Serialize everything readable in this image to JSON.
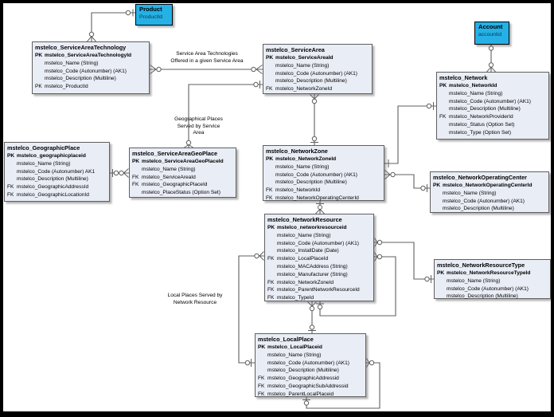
{
  "colors": {
    "entity_fill": "#e9edf6",
    "entity_border": "#5f5f5f",
    "external_fill": "#25b1e6",
    "connector": "#5f5f5f",
    "frame": "#000000",
    "background": "#ffffff"
  },
  "external": {
    "product": {
      "title": "Product",
      "key": "ProductId"
    },
    "account": {
      "title": "Account",
      "key": "accountid"
    }
  },
  "entities": {
    "serviceAreaTechnology": {
      "title": "mstelco_ServiceAreaTechnology",
      "rows": [
        {
          "p": "PK",
          "t": "mstelco_ServiceAreaTechnologyId",
          "b": true
        },
        {
          "p": "",
          "t": "mstelco_Name (String)"
        },
        {
          "p": "",
          "t": "mstelco_Code (Autonumber) (AK1)"
        },
        {
          "p": "",
          "t": "mstelco_Description (Multiline)"
        },
        {
          "p": "PK",
          "t": "mstelco_ProductId"
        }
      ]
    },
    "serviceArea": {
      "title": "mstelco_ServiceArea",
      "rows": [
        {
          "p": "PK",
          "t": "mstelco_ServiceAreaId",
          "b": true
        },
        {
          "p": "",
          "t": "mstelco_Name (String)"
        },
        {
          "p": "",
          "t": "mstelco_Code (Autonumber) (AK1)"
        },
        {
          "p": "",
          "t": "mstelco_Description (Multiline)"
        },
        {
          "p": "FK",
          "t": "mstelco_NetworkZoneId"
        }
      ]
    },
    "network": {
      "title": "mstelco_Network",
      "rows": [
        {
          "p": "PK",
          "t": "mstelco_NetworkId",
          "b": true
        },
        {
          "p": "",
          "t": "mstelco_Name (String)"
        },
        {
          "p": "",
          "t": "mstelco_Code (Autonumber) (AK1)"
        },
        {
          "p": "",
          "t": "mstelco_Description (Multiline)"
        },
        {
          "p": "FK",
          "t": "mstelco_NetworkProviderId"
        },
        {
          "p": "",
          "t": "mstelco_Status (Option Set)"
        },
        {
          "p": "",
          "t": "mstelco_Type (Option Set)"
        }
      ]
    },
    "geographicPlace": {
      "title": "mstelco_GeographicPlace",
      "rows": [
        {
          "p": "PK",
          "t": "mstelco_geographicplaceid",
          "b": true
        },
        {
          "p": "",
          "t": "mstelco_Name (String)"
        },
        {
          "p": "",
          "t": "mstelco_Code (Autonumber) AK1"
        },
        {
          "p": "",
          "t": "mstelco_Description (Multiline)"
        },
        {
          "p": "FK",
          "t": "mstelco_GeographicAddressId"
        },
        {
          "p": "FK",
          "t": "mstelco_GeographicLocationId"
        }
      ]
    },
    "serviceAreaGeoPlace": {
      "title": "mstelco_ServiceAreaGeoPlace",
      "rows": [
        {
          "p": "PK",
          "t": "mstelco_ServiceAreaGeoPlaceId",
          "b": true
        },
        {
          "p": "",
          "t": "mstelco_Name (String)"
        },
        {
          "p": "FK",
          "t": "mstelco_ServiceAreaId"
        },
        {
          "p": "FK",
          "t": "mstelco_GeographicPlaceId"
        },
        {
          "p": "",
          "t": "mstelco_PlaceStatus (Option Set)"
        }
      ]
    },
    "networkZone": {
      "title": "mstelco_NetworkZone",
      "rows": [
        {
          "p": "PK",
          "t": "mstelco_NetworkZoneId",
          "b": true
        },
        {
          "p": "",
          "t": "mstelco_Name (String)"
        },
        {
          "p": "",
          "t": "mstelco_Code (Autonumber) (AK1)"
        },
        {
          "p": "",
          "t": "mstelco_Description (Multiline)"
        },
        {
          "p": "FK",
          "t": "mstelco_NetworkId"
        },
        {
          "p": "FK",
          "t": "mstelco_NetworkOperatingCenterId"
        }
      ]
    },
    "networkOperatingCenter": {
      "title": "mstelco_NetworkOperatingCenter",
      "rows": [
        {
          "p": "PK",
          "t": "mstelco_NetworkOperatingCenterId",
          "b": true
        },
        {
          "p": "",
          "t": "mstelco_Name (String)"
        },
        {
          "p": "",
          "t": "mstelco_Code (Autonumber) (AK1)"
        },
        {
          "p": "",
          "t": "mstelco_Description (Multiline)"
        }
      ]
    },
    "networkResource": {
      "title": "mstelco_NetworkResource",
      "rows": [
        {
          "p": "PK",
          "t": "mstelco_networkresourceid",
          "b": true
        },
        {
          "p": "",
          "t": "mstelco_Name (String)"
        },
        {
          "p": "",
          "t": "mstelco_Code (Autonumber) (AK1)"
        },
        {
          "p": "",
          "t": "mstelco_InstallDate (Date)"
        },
        {
          "p": "FK",
          "t": "mstelco_LocalPlaceId"
        },
        {
          "p": "",
          "t": "mstelco_MACAddress (String)"
        },
        {
          "p": "",
          "t": "mstelco_Manufacturer (String)"
        },
        {
          "p": "FK",
          "t": "mstelco_NetworkZoneId"
        },
        {
          "p": "FK",
          "t": "mstelco_ParentNetworkResourceId"
        },
        {
          "p": "FK",
          "t": "mstelco_TypeId"
        }
      ]
    },
    "networkResourceType": {
      "title": "mstelco_NetworkResourceType",
      "rows": [
        {
          "p": "PK",
          "t": "mstelco_NetworkResourceTypeId",
          "b": true
        },
        {
          "p": "",
          "t": "mstelco_Name (String)"
        },
        {
          "p": "",
          "t": "mstelco_Code (Autonumber) (AK1)"
        },
        {
          "p": "",
          "t": "mstelco_Description (Multiline)"
        }
      ]
    },
    "localPlace": {
      "title": "mstelco_LocalPlace",
      "rows": [
        {
          "p": "PK",
          "t": "mstelco_LocalPlaceid",
          "b": true
        },
        {
          "p": "",
          "t": "mstelco_Name (String)"
        },
        {
          "p": "",
          "t": "mstelco_Code (Autonumber) (AK1)"
        },
        {
          "p": "",
          "t": "mstelco_Description (Multiline)"
        },
        {
          "p": "FK",
          "t": "mstelco_GeographicAddressid"
        },
        {
          "p": "FK",
          "t": "mstelco_GeographicSubAddressid"
        },
        {
          "p": "FK",
          "t": "mstelco_ParentLocalPlaceid"
        }
      ]
    }
  },
  "labels": {
    "sat_sa": [
      "Service Area Technologies",
      "Offered in a given Service Area"
    ],
    "sa_sagp": [
      "Geographical Places",
      "Served by Service",
      "Area"
    ],
    "nr_lp": [
      "Local Places Served by",
      "Network Resource"
    ]
  }
}
